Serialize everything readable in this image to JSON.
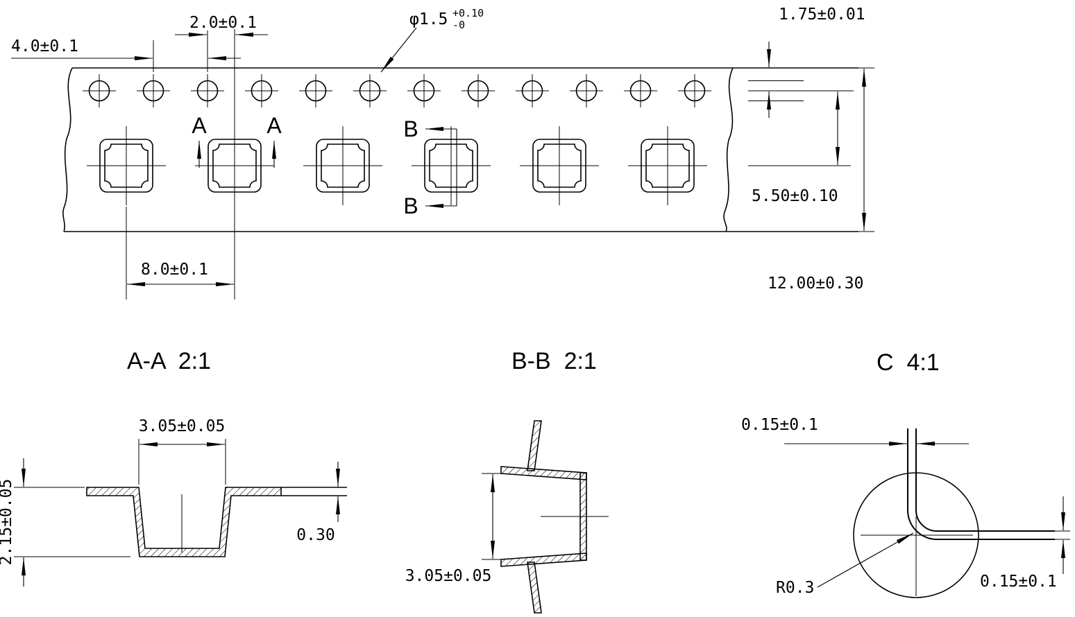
{
  "page": {
    "background": "#ffffff",
    "ink": "#000000"
  },
  "top_view": {
    "sprocket_hole_count": 12,
    "pocket_count": 6,
    "dims": {
      "hole_pitch": "4.0±0.1",
      "hole_to_pocket": "2.0±0.1",
      "hole_diameter": "φ1.5",
      "hole_diameter_tol_upper": "+0.10",
      "hole_diameter_tol_lower": "-0",
      "edge_to_hole_center": "1.75±0.01",
      "hole_center_to_pocket_center": "5.50±0.10",
      "tape_width": "12.00±0.30",
      "pocket_pitch": "8.0±0.1"
    },
    "sections": {
      "a": "A",
      "b": "B"
    }
  },
  "section_aa": {
    "title": "A-A  2:1",
    "dims": {
      "pocket_top_width": "3.05±0.05",
      "pocket_depth": "2.15±0.05",
      "tape_thickness": "0.30"
    }
  },
  "section_bb": {
    "title": "B-B  2:1",
    "dims": {
      "pocket_width": "3.05±0.05"
    }
  },
  "detail_c": {
    "title": "C  4:1",
    "dims": {
      "gap_top": "0.15±0.1",
      "gap_side": "0.15±0.1",
      "corner_radius": "R0.3"
    }
  }
}
